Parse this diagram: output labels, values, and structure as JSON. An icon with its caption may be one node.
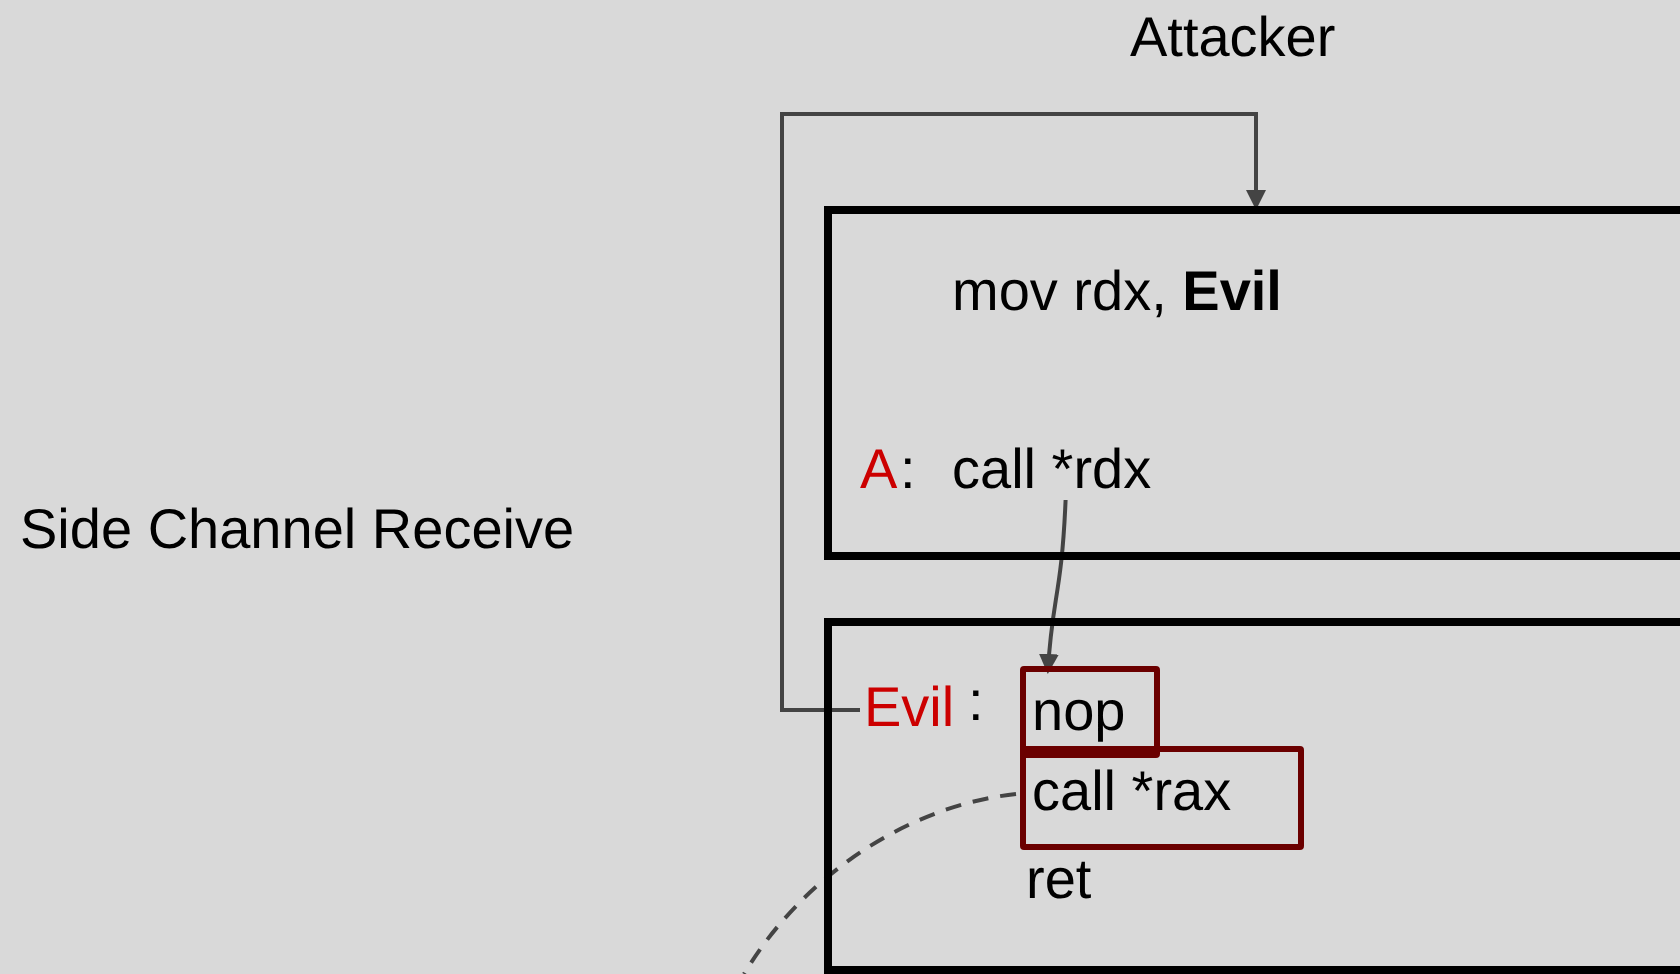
{
  "diagram": {
    "nodes": [
      {
        "text": [
          "mov rdx, **Evil**"
        ]
      },
      {
        "text": [
          "A"
        ],
        "in": 0
      },
      {
        "text": [
          "call *rdx"
        ],
        "in": 0
      },
      {
        "text": [],
        "shape": "box"
      },
      {
        "text": [
          "Evil"
        ],
        "in": 3
      },
      {
        "text": [
          "nop"
        ],
        "in": 3
      },
      {
        "text": [
          "call *rax"
        ],
        "in": 3
      },
      {
        "text": [
          "ret"
        ],
        "in": 3
      }
    ],
    "edges": [
      {
        "from": 2,
        "to": 5,
        "arrow": "to"
      },
      {
        "from": 4,
        "to": 0,
        "arrow": "to"
      },
      {
        "from": 6,
        "to": null,
        "arrow": "none",
        "style": "dashed"
      }
    ],
    "labels": [
      "Attacker",
      "Side Channel Receive",
      ":",
      ":"
    ]
  }
}
